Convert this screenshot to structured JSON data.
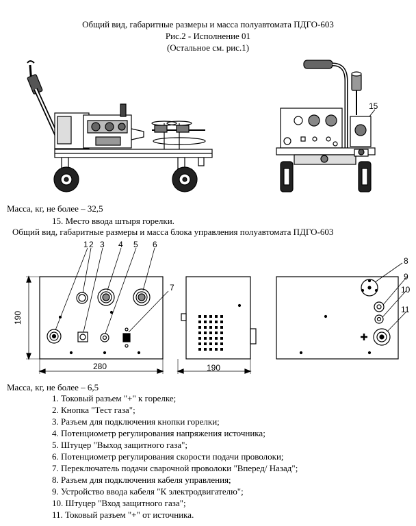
{
  "header": {
    "line1": "Общий вид, габаритные размеры и масса полуавтомата ПДГО-603",
    "line2": "Рис.2 - Исполнение 01",
    "line3": "(Остальное см. рис.1)"
  },
  "figure1": {
    "callout": "15"
  },
  "mass1": "Масса, кг, не более – 32,5",
  "note15": "15. Место ввода штыря горелки.",
  "title2": "Общий вид, габаритные размеры и масса блока управления полуавтомата ПДГО-603",
  "figure2": {
    "callouts": [
      "1",
      "2",
      "3",
      "4",
      "5",
      "6",
      "7",
      "8",
      "9",
      "10",
      "11"
    ],
    "dim_height": "190",
    "dim_width_front": "280",
    "dim_depth_side": "190"
  },
  "mass2": "Масса, кг, не более – 6,5",
  "legend": [
    "1. Токовый разъем \"+\" к горелке;",
    "2. Кнопка \"Тест газа\";",
    "3. Разъем для подключения кнопки горелки;",
    "4. Потенциометр регулирования напряжения источника;",
    "5. Штуцер \"Выход защитного газа\";",
    "6. Потенциометр регулирования скорости подачи проволоки;",
    "7. Переключатель подачи сварочной проволоки \"Вперед/ Назад\";",
    "8. Разъем для подключения кабеля управления;",
    "9. Устройство ввода кабеля \"К электродвигателю\";",
    "10. Штуцер \"Вход защитного газа\";",
    "11. Токовый разъем \"+\" от источника."
  ]
}
